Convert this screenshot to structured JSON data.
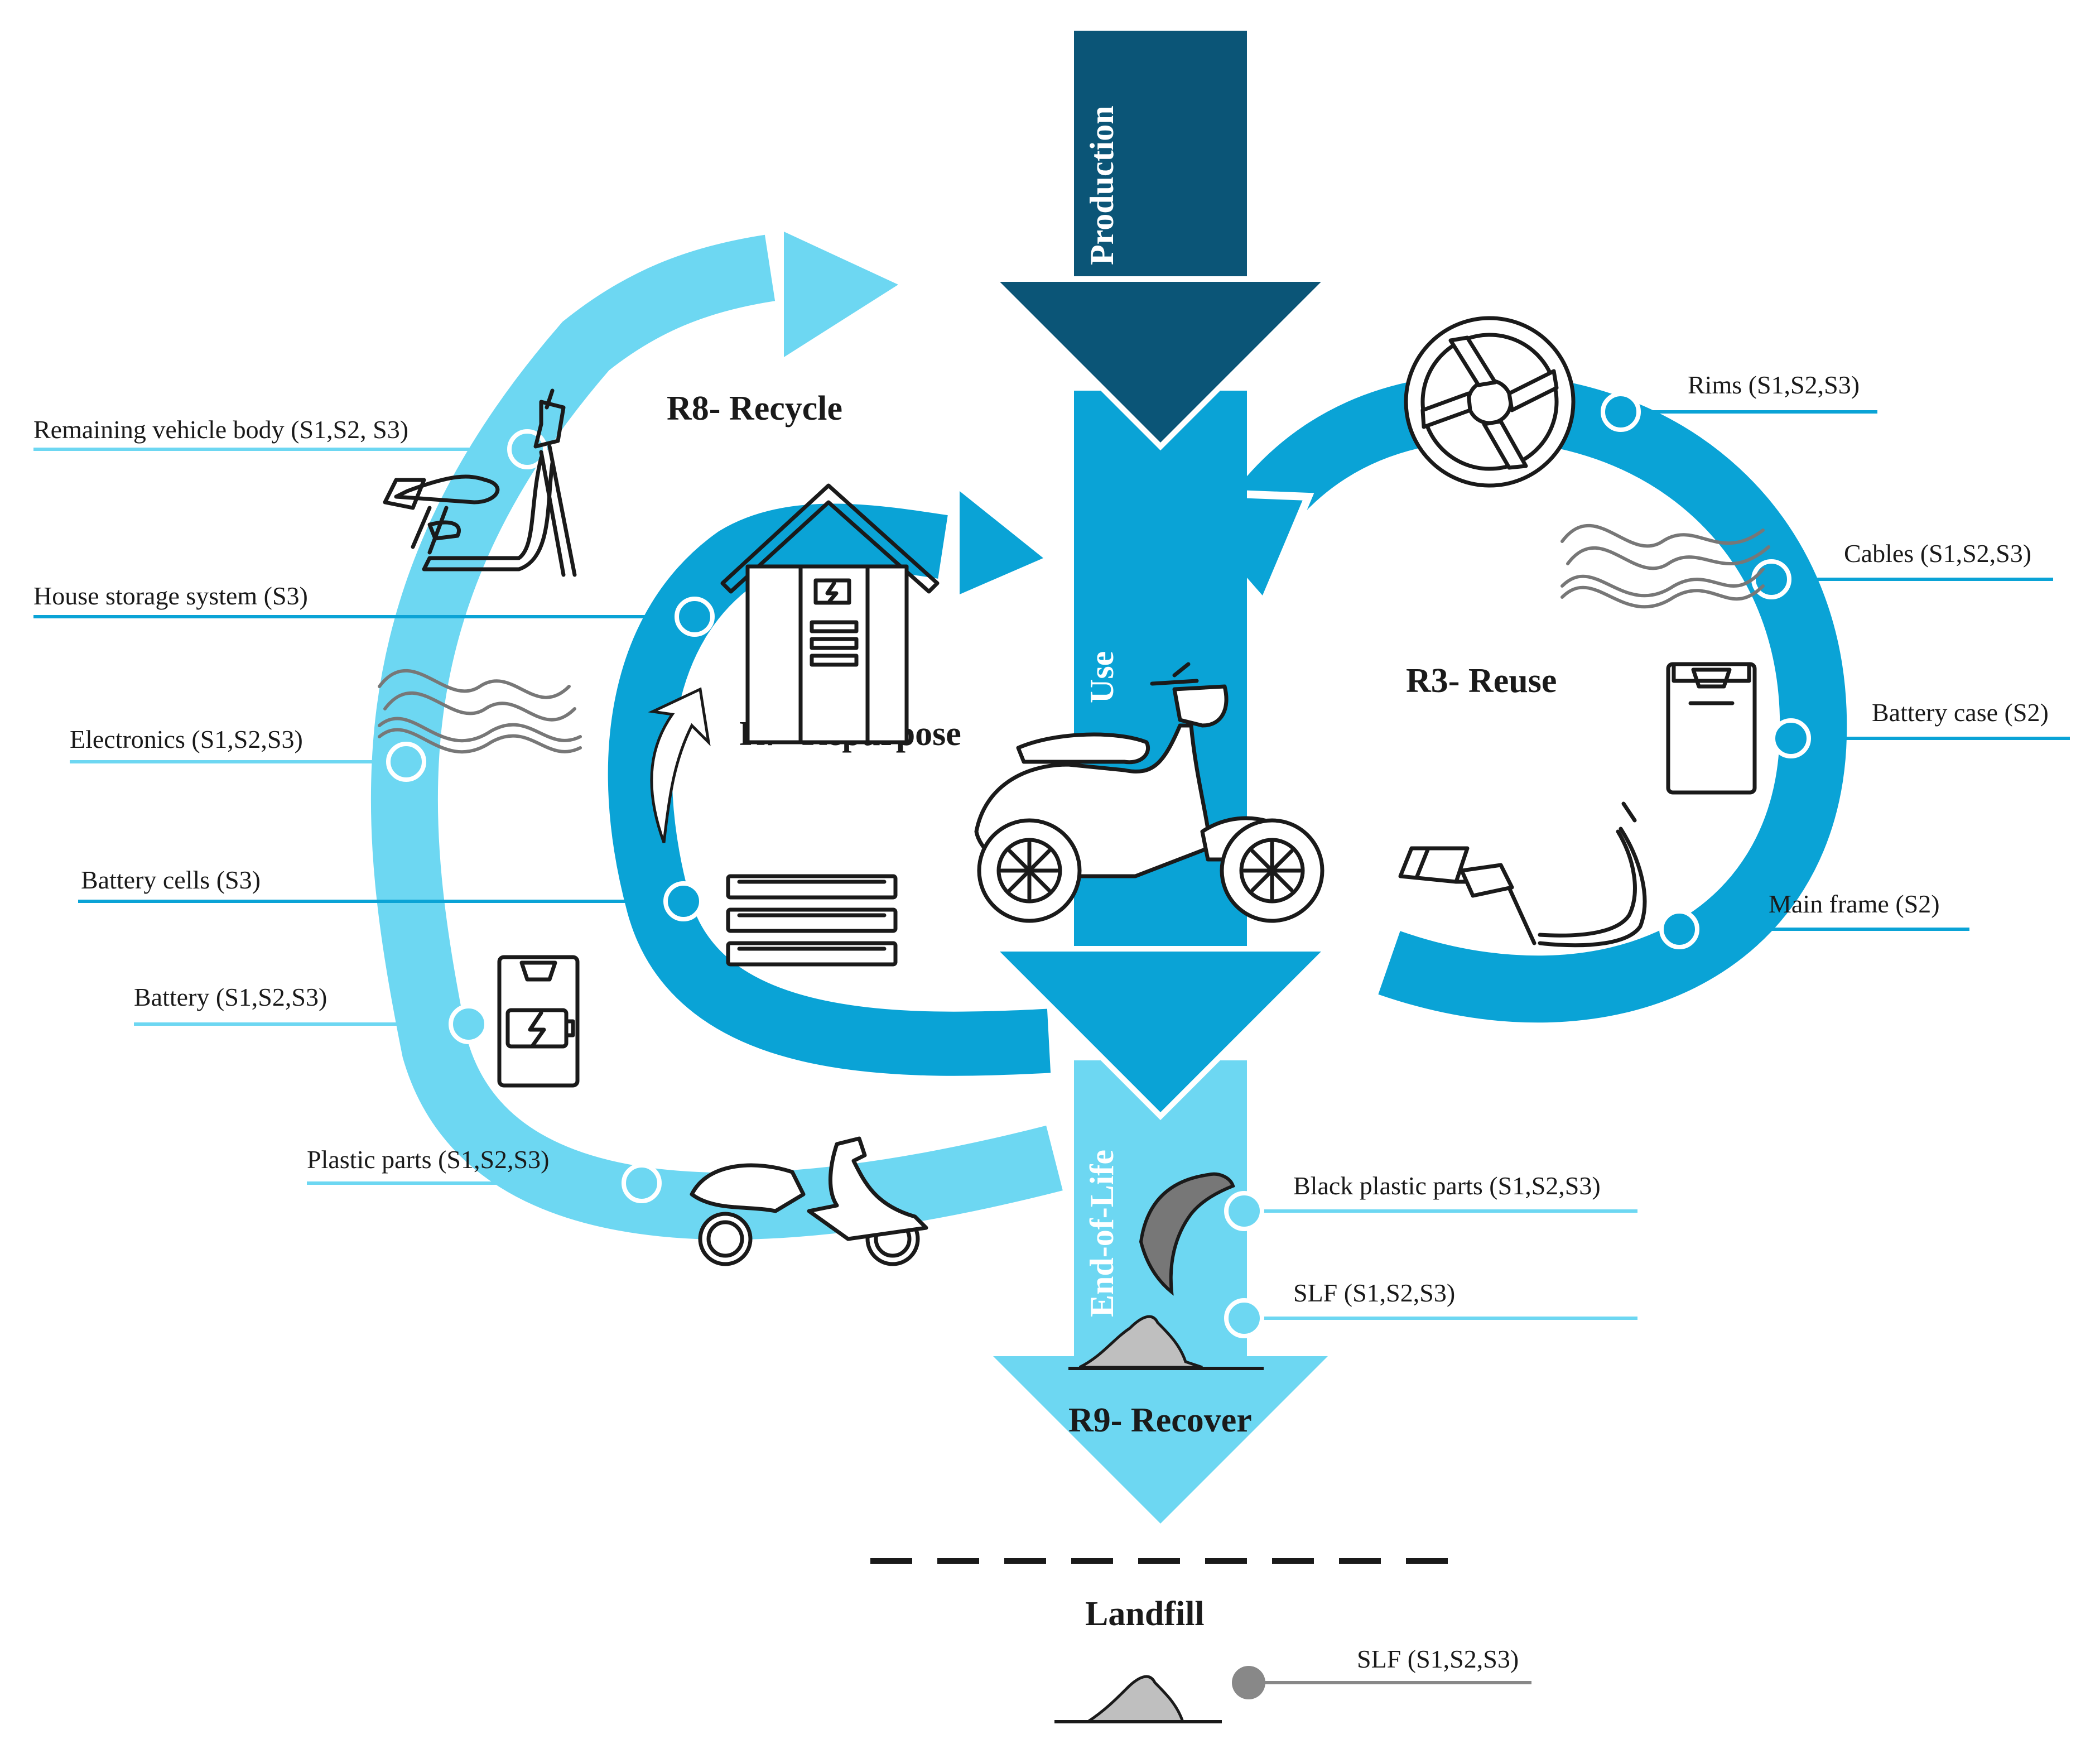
{
  "colors": {
    "production": "#0b5577",
    "use": "#0aa3d6",
    "recycle": "#6dd7f2",
    "end_of_life": "#6dd7f2",
    "line_dark": "#0aa3d6",
    "line_light": "#6dd7f2",
    "landfill_gray": "#888888"
  },
  "stages": {
    "production": "Production",
    "use": "Use",
    "end_of_life": "End-of-Life"
  },
  "loops": {
    "recycle": "R8- Recycle",
    "repurpose": "R7- Repurpose",
    "reuse": "R3- Reuse",
    "recover": "R9- Recover"
  },
  "landfill": {
    "title": "Landfill",
    "label": "SLF (S1,S2,S3)"
  },
  "left_labels": {
    "remaining_body": "Remaining vehicle body (S1,S2, S3)",
    "house_storage": "House storage system (S3)",
    "electronics": "Electronics (S1,S2,S3)",
    "battery_cells": "Battery cells (S3)",
    "battery": "Battery (S1,S2,S3)",
    "plastic_parts": "Plastic parts (S1,S2,S3)"
  },
  "right_labels": {
    "rims": "Rims (S1,S2,S3)",
    "cables": "Cables (S1,S2,S3)",
    "battery_case": "Battery case (S2)",
    "main_frame": "Main frame (S2)",
    "black_plastic": "Black plastic parts (S1,S2,S3)",
    "slf": "SLF (S1,S2,S3)"
  },
  "icons": [
    "house-battery-icon",
    "scooter-frame-icon",
    "cables-icon",
    "battery-cells-icon",
    "battery-icon",
    "scooter-body-icon",
    "e-scooter-icon",
    "rim-icon",
    "battery-case-icon",
    "main-frame-icon",
    "plastic-part-icon",
    "slf-pile-icon"
  ]
}
